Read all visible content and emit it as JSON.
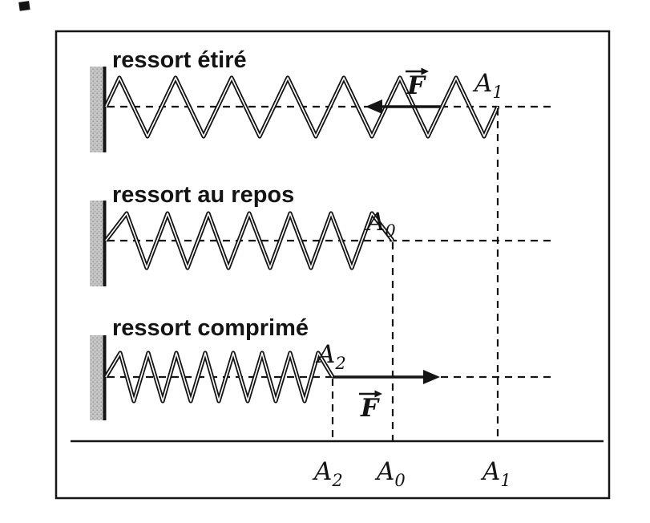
{
  "figure": {
    "colors": {
      "ink": "#141414",
      "wall_gray": "#bdbdbd",
      "background": "#ffffff"
    },
    "rows": [
      {
        "title": "ressort étiré",
        "force": {
          "symbol": "F",
          "direction": "left"
        },
        "point": {
          "letter": "A",
          "subscript": "1"
        }
      },
      {
        "title": "ressort au repos",
        "point": {
          "letter": "A",
          "subscript": "0"
        }
      },
      {
        "title": "ressort comprimé",
        "force": {
          "symbol": "F",
          "direction": "right"
        },
        "point": {
          "letter": "A",
          "subscript": "2"
        }
      }
    ],
    "axis_labels": [
      {
        "letter": "A",
        "subscript": "2"
      },
      {
        "letter": "A",
        "subscript": "0"
      },
      {
        "letter": "A",
        "subscript": "1"
      }
    ]
  }
}
